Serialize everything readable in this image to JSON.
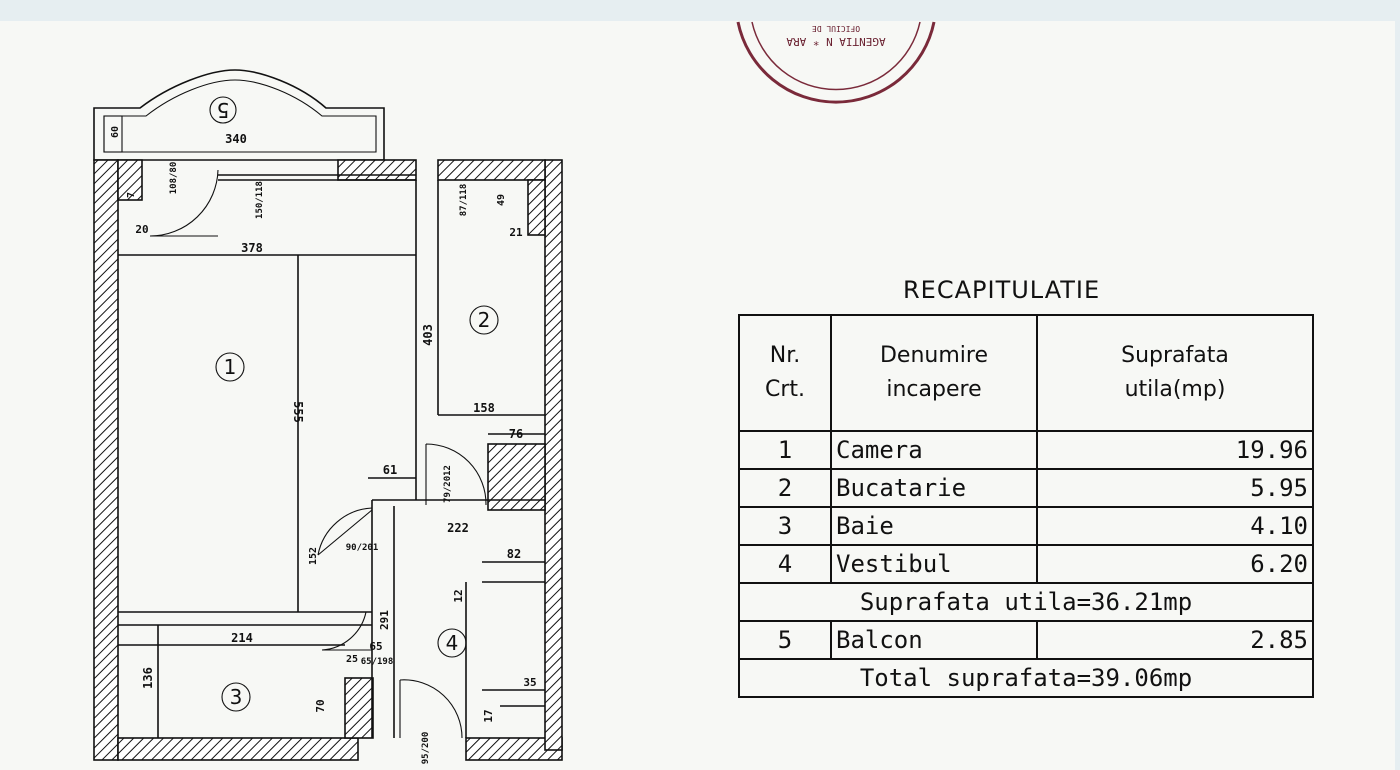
{
  "recapitulatie": {
    "title": "RECAPITULATIE",
    "headers": {
      "nr": "Nr.\nCrt.",
      "denumire": "Denumire\nincapere",
      "suprafata": "Suprafata\nutila(mp)"
    },
    "rows": [
      {
        "nr": "1",
        "name": "Camera",
        "area": "19.96"
      },
      {
        "nr": "2",
        "name": "Bucatarie",
        "area": "5.95"
      },
      {
        "nr": "3",
        "name": "Baie",
        "area": "4.10"
      },
      {
        "nr": "4",
        "name": "Vestibul",
        "area": "6.20"
      }
    ],
    "subtotal": "Suprafata utila=36.21mp",
    "balcon": {
      "nr": "5",
      "name": "Balcon",
      "area": "2.85"
    },
    "total": "Total suprafata=39.06mp"
  },
  "plan": {
    "rooms": [
      "1",
      "2",
      "3",
      "4",
      "5"
    ],
    "dimensions": {
      "d340": "340",
      "d60": "60",
      "d378": "378",
      "d555": "555",
      "d403": "403",
      "d158": "158",
      "d76": "76",
      "d61": "61",
      "d222": "222",
      "d82": "82",
      "d214": "214",
      "d136": "136",
      "d291": "291",
      "d65": "65",
      "d35": "35",
      "d17": "17",
      "d70": "70",
      "d12": "12",
      "d21": "21",
      "d20": "20",
      "d25": "25",
      "d49": "49",
      "d152": "152",
      "d7": "7",
      "door_main": "150/118",
      "door_balcon": "108/80",
      "door_kitchen": "87/118",
      "door_room": "90/201",
      "door_bath": "65/198",
      "door_kitchen2": "79/2012",
      "door_entry": "95/200"
    }
  },
  "stamp": {
    "text": "AGENTIA N…ARA • OFICIUL DE …"
  }
}
